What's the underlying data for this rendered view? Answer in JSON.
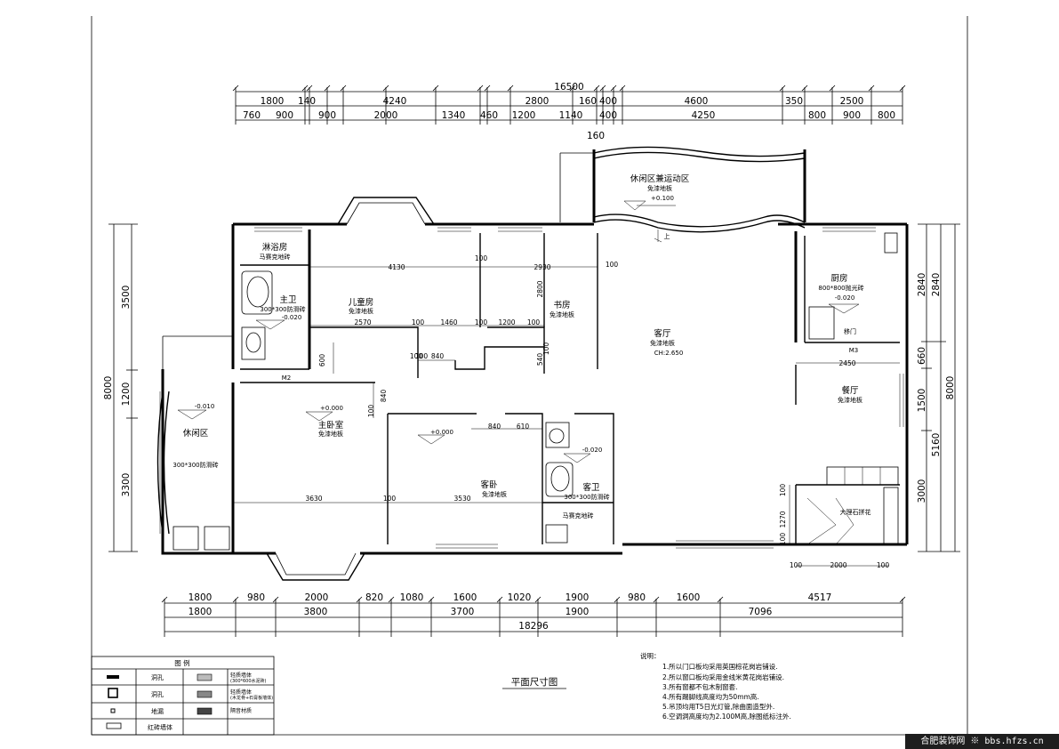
{
  "drawing_title": "平面尺寸图",
  "watermark": "合肥装饰网 ※ bbs.hfzs.cn",
  "top_dims": {
    "total": "16500",
    "row1": [
      "1800",
      "140",
      "4240",
      "2800",
      "160",
      "400",
      "4600",
      "350",
      "2500"
    ],
    "row2": [
      "760",
      "900",
      "900",
      "2000",
      "1340",
      "460",
      "1200",
      "1140",
      "400",
      "4250",
      "800",
      "900",
      "800"
    ],
    "extra": "160"
  },
  "bottom_dims": {
    "row1": [
      "1800",
      "980",
      "2000",
      "820",
      "1080",
      "1600",
      "1020",
      "1900",
      "980",
      "1600",
      "4517"
    ],
    "row2": [
      "1800",
      "3800",
      "3700",
      "1900",
      "7096"
    ],
    "total": "18296"
  },
  "left_dims": {
    "outer": "8000",
    "parts": [
      "3500",
      "1200",
      "3300"
    ]
  },
  "right_dims": {
    "outer": "8000",
    "parts1": [
      "2840",
      "660",
      "1500",
      "3000"
    ],
    "parts2": [
      "2840",
      "5160"
    ]
  },
  "rooms": {
    "leisure_sport": {
      "name": "休闲区兼运动区",
      "floor": "免漆地板",
      "level": "+0.100"
    },
    "shower": {
      "name": "淋浴房",
      "floor": "马赛克地砖"
    },
    "master_bath": {
      "name": "主卫",
      "floor": "300*300防滑砖",
      "level": "-0.020"
    },
    "kids_room": {
      "name": "儿童房",
      "floor": "免漆地板"
    },
    "study": {
      "name": "书房",
      "floor": "免漆地板"
    },
    "living": {
      "name": "客厅",
      "floor": "免漆地板",
      "ch": "CH:2.650"
    },
    "kitchen": {
      "name": "厨房",
      "floor": "800*800抛光砖",
      "level": "-0.020"
    },
    "dining": {
      "name": "餐厅",
      "floor": "免漆地板"
    },
    "leisure": {
      "name": "休闲区",
      "floor": "300*300防滑砖",
      "level": "-0.010"
    },
    "master_bed": {
      "name": "主卧室",
      "floor": "免漆地板",
      "level": "+0.000"
    },
    "guest_bed": {
      "name": "客卧",
      "floor": "免漆地板",
      "level": "+0.000"
    },
    "guest_bath": {
      "name": "客卫",
      "floor": "300*300防滑砖",
      "level": "-0.020",
      "floor2": "马赛克地砖"
    },
    "marble": {
      "name": "大理石拼花"
    }
  },
  "interior_dims": [
    "4130",
    "2930",
    "100",
    "100",
    "2570",
    "100",
    "1460",
    "100",
    "1200",
    "100",
    "100",
    "100",
    "840",
    "540",
    "600",
    "100",
    "840",
    "840",
    "610",
    "3630",
    "100",
    "3530",
    "2450",
    "100",
    "1270",
    "100",
    "100",
    "2000",
    "100",
    "2800",
    "100"
  ],
  "labels": {
    "m2": "M2",
    "m3": "M3",
    "up": "上",
    "sliding_door": "移门"
  },
  "legend": {
    "title": "图  例",
    "items": [
      {
        "label": "洞孔"
      },
      {
        "label": "洞孔"
      },
      {
        "label": "地漏"
      },
      {
        "label": "红砖墙体"
      }
    ],
    "items_right": [
      {
        "label": "轻质墙体",
        "note": "(300*600水泥砖)"
      },
      {
        "label": "轻质墙体",
        "note": "(木龙骨+石膏板墙体)"
      },
      {
        "label": "隔音材质",
        "note": ""
      }
    ]
  },
  "notes": {
    "heading": "说明：",
    "lines": [
      "1.所以门口板均采用英国棕花岗岩铺设.",
      "2.所以窗口板均采用金线米黄花岗岩铺设.",
      "3.所有窗都不包木制窗套.",
      "4.所有踢脚线高度均为50mm高.",
      "5.吊顶均用T5日光灯管,除曲面造型外.",
      "6.空调洞高度均为2.100M高,除图纸标注外."
    ]
  }
}
